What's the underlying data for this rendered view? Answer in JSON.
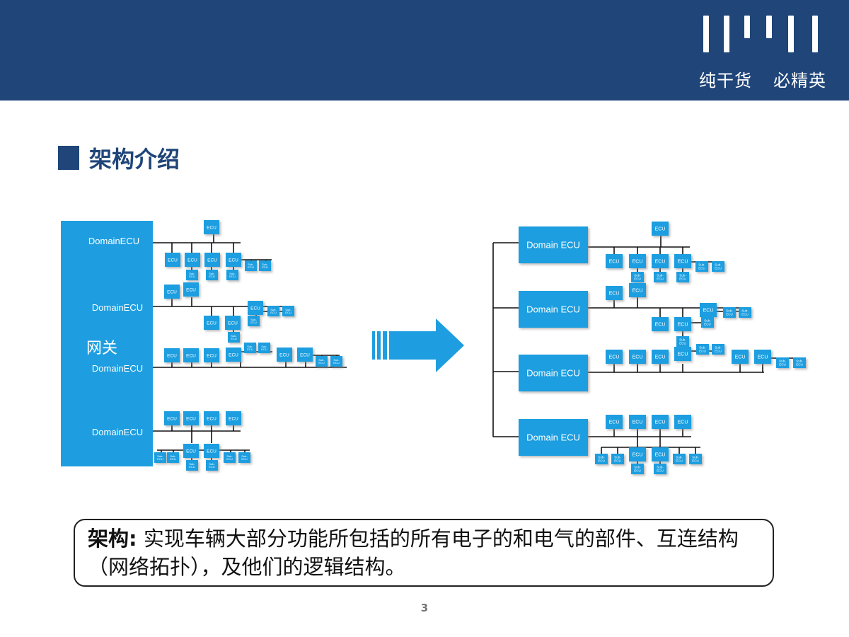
{
  "header": {
    "slogan_a": "纯干货",
    "slogan_b": "必精英",
    "logo": "striped-bars-logo"
  },
  "section": {
    "title": "架构介绍"
  },
  "diagram_left": {
    "gateway_label": "网关",
    "domain_labels": [
      "DomainECU",
      "DomainECU",
      "DomainECU",
      "DomainECU"
    ],
    "ecu_label": "ECU",
    "sub_ecu_label": "Sub-ECU"
  },
  "diagram_right": {
    "domain_labels": [
      "Domain ECU",
      "Domain ECU",
      "Domain ECU",
      "Domain ECU"
    ],
    "ecu_label": "ECU",
    "sub_ecu_label": "Sub-ECU"
  },
  "definition": {
    "term": "架构:",
    "text": " 实现车辆大部分功能所包括的所有电子的和电气的部件、互连结构（网络拓扑），及他们的逻辑结构。"
  },
  "page_number": "3",
  "colors": {
    "header_bg": "#1f4579",
    "node_fill": "#1e9ee0",
    "arrow": "#1e9ee0"
  }
}
